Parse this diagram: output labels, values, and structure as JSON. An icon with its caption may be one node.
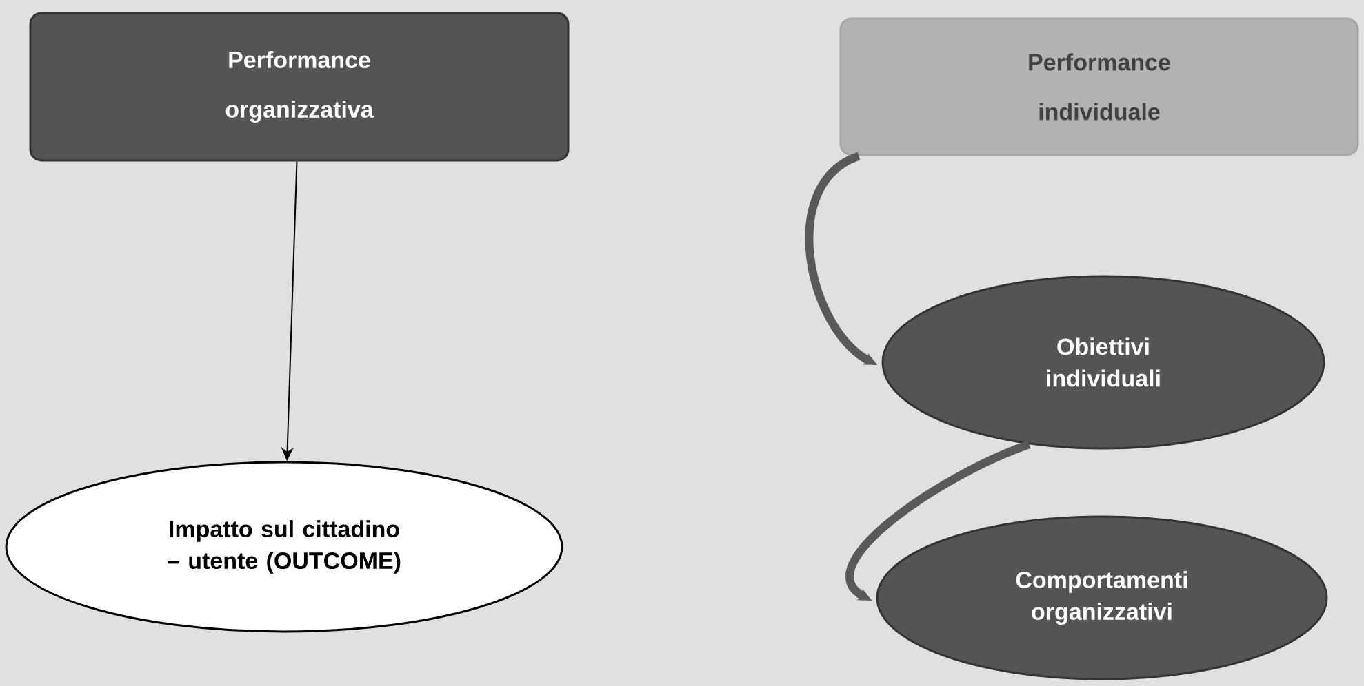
{
  "diagram": {
    "nodes": [
      {
        "text": [
          "Performance organizzativa"
        ]
      },
      {
        "text": [
          "Impatto sul cittadino – utente (OUTCOME)"
        ]
      },
      {
        "text": [
          "Performance individuale"
        ]
      },
      {
        "text": [
          "Obiettivi individuali"
        ]
      },
      {
        "text": [
          "Comportamenti organizzativi"
        ]
      }
    ],
    "edges": [
      {
        "from": 0,
        "to": 1,
        "arrow": "to"
      },
      {
        "from": 2,
        "to": 3,
        "arrow": "to"
      },
      {
        "from": 3,
        "to": 4,
        "arrow": "to"
      }
    ]
  }
}
